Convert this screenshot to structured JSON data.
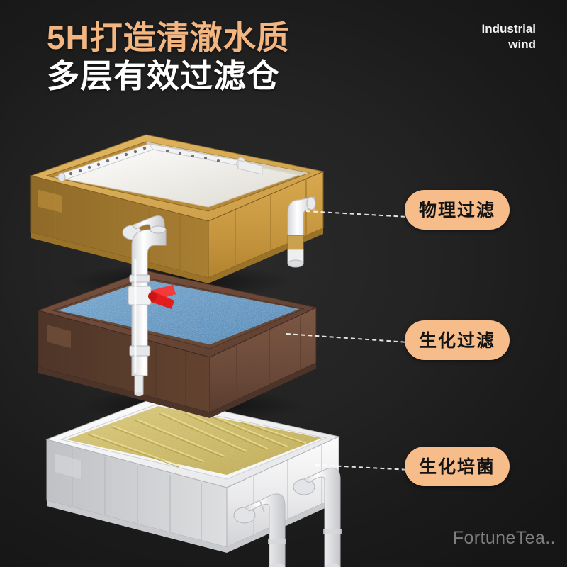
{
  "headline": {
    "line1": "5H打造清澈水质",
    "line2": "多层有效过滤仓",
    "accent_color": "#f3b681",
    "line2_color": "#ffffff"
  },
  "brand": {
    "line1": "Industrial",
    "line2": "wind"
  },
  "watermark": {
    "text": "FortuneTea.."
  },
  "background": {
    "color": "#1e1e1e"
  },
  "callouts": [
    {
      "label": "物理过滤",
      "pill_color": "#f6bc8a",
      "text_color": "#141414",
      "layer": "top"
    },
    {
      "label": "生化过滤",
      "pill_color": "#f6bc8a",
      "text_color": "#141414",
      "layer": "middle"
    },
    {
      "label": "生化培菌",
      "pill_color": "#f6bc8a",
      "text_color": "#141414",
      "layer": "bottom"
    }
  ],
  "crates": [
    {
      "name": "physical-filtration-crate",
      "body_color": "#c79a45",
      "body_light": "#e0b765",
      "body_dark": "#a87f33",
      "media": "white filter mat",
      "media_color": "#f2f0ea",
      "fittings": "perforated spray bar, elbow outlets",
      "fitting_color": "#f4f4f4"
    },
    {
      "name": "biochemical-filtration-crate",
      "body_color": "#6e4c3c",
      "body_light": "#8a6450",
      "body_dark": "#55392d",
      "media": "blue bio granules",
      "media_color": "#3b8fd0",
      "fittings": "vertical downpipe with red ball valve",
      "fitting_color": "#f4f4f4",
      "valve_color": "#e41d1d"
    },
    {
      "name": "bacteria-cultivation-crate",
      "body_color": "#e9e9ea",
      "body_light": "#fbfbfb",
      "body_dark": "#c5c6c8",
      "media": "yellow ridged bio sponge",
      "media_color": "#d5bf5c",
      "fittings": "two elbow outlet pipes",
      "fitting_color": "#f1f1f1"
    }
  ]
}
